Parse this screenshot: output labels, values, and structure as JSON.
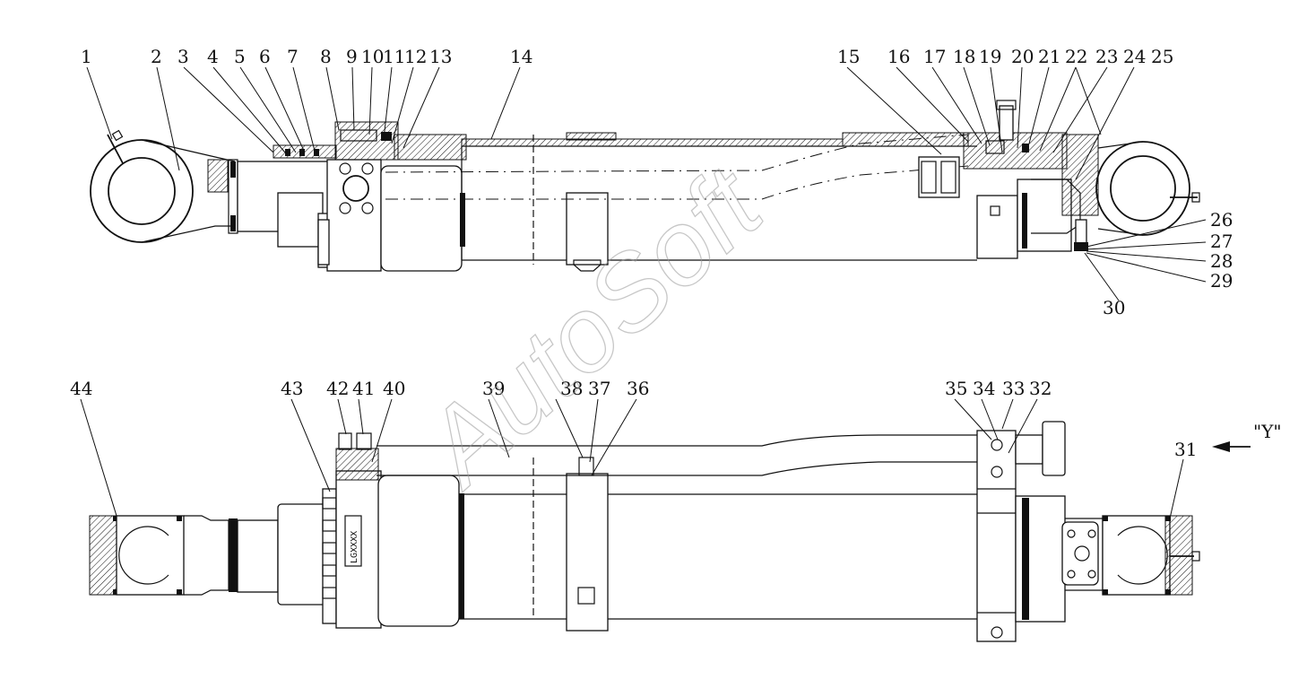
{
  "drawing": {
    "watermark": "AutoSoft",
    "view_marker": "\"Y\"",
    "nameplate": "LGXXXX"
  },
  "callouts": {
    "upper": [
      "1",
      "2",
      "3",
      "4",
      "5",
      "6",
      "7",
      "8",
      "9",
      "10",
      "11",
      "12",
      "13",
      "14",
      "15",
      "16",
      "17",
      "18",
      "19",
      "20",
      "21",
      "22",
      "23",
      "24",
      "25",
      "26",
      "27",
      "28",
      "29",
      "30"
    ],
    "lower": [
      "31",
      "32",
      "33",
      "34",
      "35",
      "36",
      "37",
      "38",
      "39",
      "40",
      "41",
      "42",
      "43",
      "44"
    ]
  }
}
